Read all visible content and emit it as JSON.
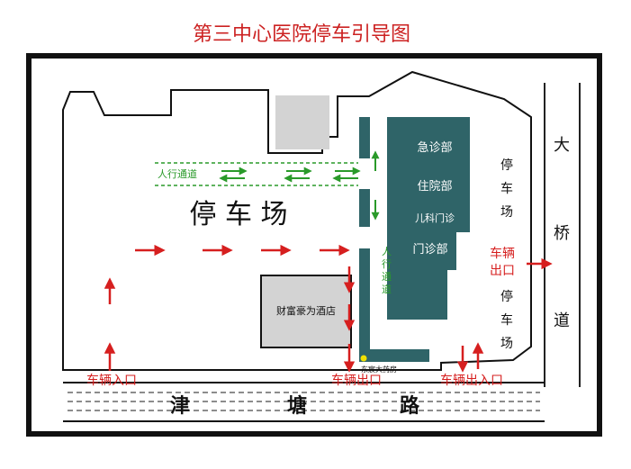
{
  "map": {
    "title": "第三中心医院停车引导图",
    "labels": {
      "pedestrian_top": "人行通道",
      "parking_main": "停 车 场",
      "emergency": "急诊部",
      "inpatient": "住院部",
      "pediatrics": "儿科门诊",
      "outpatient": "门诊部",
      "hotel": "财富豪为酒店",
      "pedestrian_vertical": [
        "人",
        "行",
        "通",
        "道"
      ],
      "pharmacy": "东宸大药房",
      "right_parking_1": [
        "停",
        "车",
        "场"
      ],
      "right_parking_2": [
        "停",
        "车",
        "场"
      ],
      "right_exit_line1": "车辆",
      "right_exit_line2": "出口",
      "road_right": [
        "大",
        "桥",
        "道"
      ],
      "road_bottom": [
        "津",
        "塘",
        "路"
      ],
      "entrance_left": "车辆入口",
      "exit_middle": "车辆出口",
      "entrance_exit_right": "车辆出入口"
    },
    "colors": {
      "title": "#cc2222",
      "building": "#2f6468",
      "arrow_red": "#d61f1f",
      "arrow_green": "#2a9a2a",
      "outline": "#111111",
      "gray_block": "#d3d3d3"
    }
  }
}
